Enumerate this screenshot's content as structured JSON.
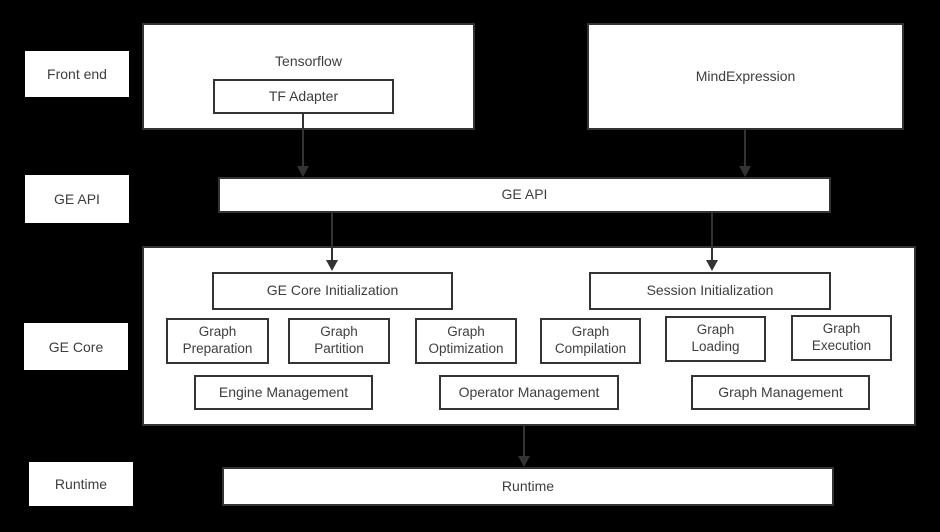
{
  "diagram": {
    "title_hint": "GE (Graph Engine) architecture diagram",
    "colors": {
      "background": "#000000",
      "box_background": "#ffffff",
      "border": "#333333",
      "text": "#3e3e3e",
      "arrow": "#333333"
    },
    "layers": [
      {
        "label": "Front end"
      },
      {
        "label": "GE API"
      },
      {
        "label": "GE Core"
      },
      {
        "label": "Runtime"
      }
    ],
    "front_end": {
      "tensorflow_title": "Tensorflow",
      "tf_adapter_label": "TF Adapter",
      "mindexpression_title": "MindExpression"
    },
    "ge_api_label": "GE API",
    "ge_core": {
      "init_row": [
        "GE Core Initialization",
        "Session Initialization"
      ],
      "function_row": [
        "Graph Preparation",
        "Graph Partition",
        "Graph Optimization",
        "Graph Compilation",
        "Graph Loading",
        "Graph Execution"
      ],
      "management_row": [
        "Engine Management",
        "Operator Management",
        "Graph Management"
      ]
    },
    "runtime_label": "Runtime",
    "edges": [
      {
        "from": "tf-adapter",
        "to": "ge-api"
      },
      {
        "from": "mindexpression",
        "to": "ge-api"
      },
      {
        "from": "ge-api",
        "to": "ge-core-initialization"
      },
      {
        "from": "ge-api",
        "to": "session-initialization"
      },
      {
        "from": "ge-core",
        "to": "runtime"
      }
    ]
  }
}
